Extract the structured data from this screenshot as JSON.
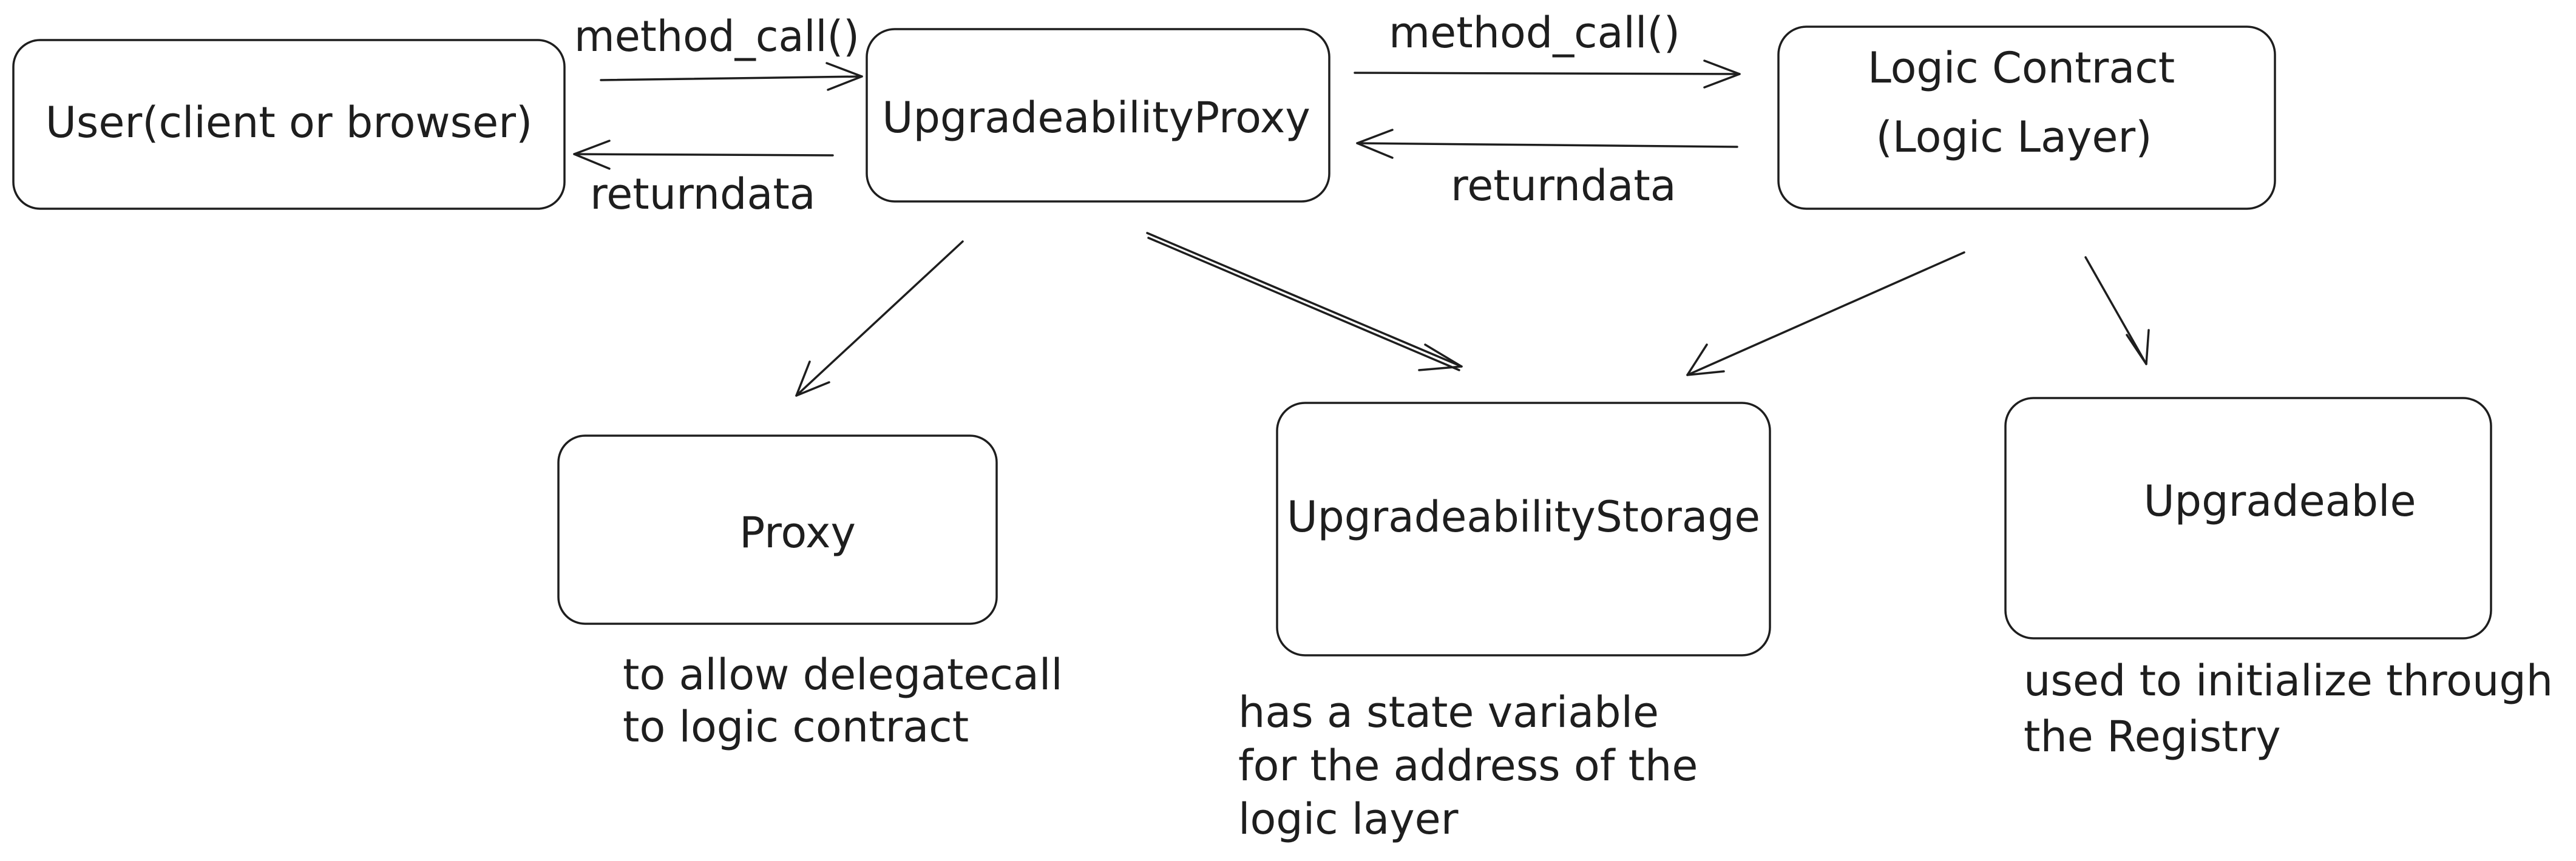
{
  "nodes": {
    "user": "User(client or browser)",
    "upgradeability_proxy": "UpgradeabilityProxy",
    "logic_contract_line1": "Logic Contract",
    "logic_contract_line2": "(Logic Layer)",
    "proxy": "Proxy",
    "upgradeability_storage": "UpgradeabilityStorage",
    "upgradeable": "Upgradeable"
  },
  "edges": {
    "user_to_proxy_call": "method_call()",
    "proxy_to_user_return": "returndata",
    "proxy_to_logic_call": "method_call()",
    "logic_to_proxy_return": "returndata"
  },
  "notes": {
    "proxy": [
      "to allow delegatecall",
      "to logic contract"
    ],
    "storage": [
      "has a state variable",
      "for the address of the",
      "logic layer"
    ],
    "upgradeable": [
      "used to initialize through",
      "the Registry"
    ]
  }
}
